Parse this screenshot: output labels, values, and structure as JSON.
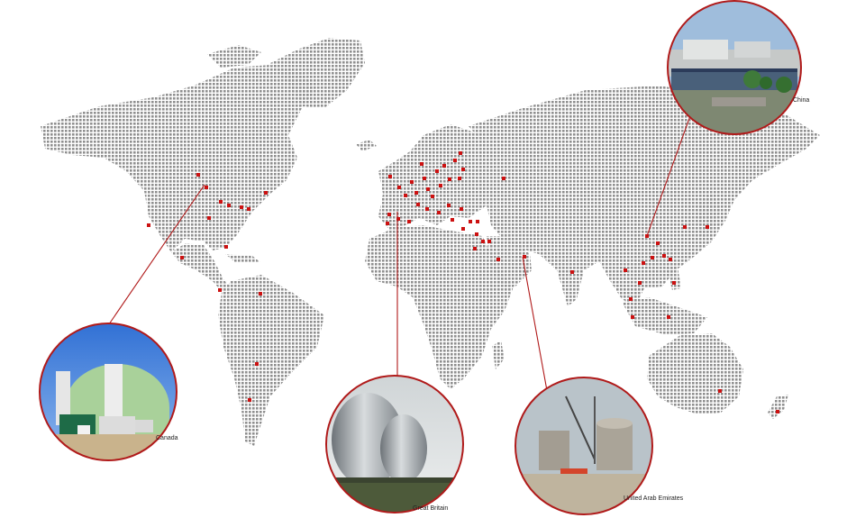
{
  "map": {
    "land_color": "#8f8f8f",
    "marker_color": "#cc1111",
    "callout_color": "#b01a1a",
    "callouts": [
      {
        "id": "china",
        "label": "China"
      },
      {
        "id": "canada",
        "label": "Canada"
      },
      {
        "id": "great-britain",
        "label": "Great Britain"
      },
      {
        "id": "uae",
        "label": "United Arab Emirates"
      }
    ]
  }
}
